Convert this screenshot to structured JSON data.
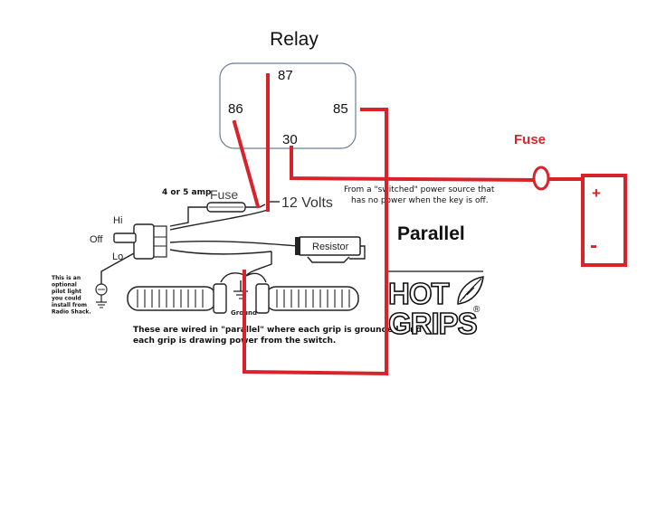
{
  "relay": {
    "title": "Relay",
    "pins": {
      "p87": "87",
      "p86": "86",
      "p85": "85",
      "p30": "30"
    }
  },
  "fuse_added": "Fuse",
  "battery": {
    "plus": "+",
    "minus": "-"
  },
  "schematic": {
    "amp_label": "4 or 5 amp",
    "fuse_label": "Fuse",
    "volts_label": "12 Volts",
    "switched_line1": "From a \"switched\" power source that",
    "switched_line2": "has no power when the key is off.",
    "resistor_label": "Resistor",
    "hi_label": "Hi",
    "off_label": "Off",
    "lo_label": "Lo",
    "pilot_lines": [
      "This is an",
      "optional",
      "pilot light",
      "you could",
      "install from",
      "Radio Shack."
    ],
    "ground_label": "Ground",
    "caption_line1": "These are wired in \"parallel\" where each grip is grounded, and",
    "caption_line2": "each grip is drawing power from the switch.",
    "parallel_label": "Parallel",
    "logo_line1": "HOT",
    "logo_line2": "GRIPS",
    "logo_reg": "®"
  },
  "colors": {
    "added_wiring": "#d8232a",
    "relay_box_border": "#6a7f95",
    "relay_box_fill": "#ffffff"
  }
}
